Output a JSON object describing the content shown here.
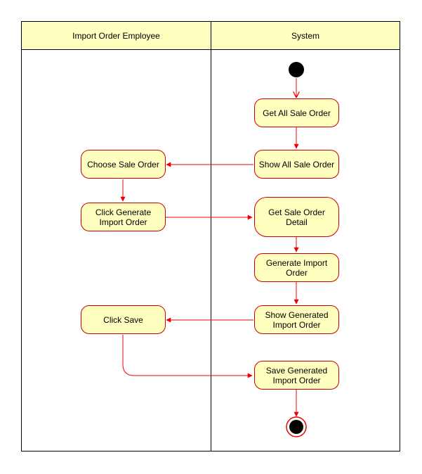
{
  "lanes": {
    "employee": "Import Order Employee",
    "system": "System"
  },
  "nodes": {
    "get_all": "Get All Sale Order",
    "show_all": "Show All Sale Order",
    "choose": "Choose Sale Order",
    "click_generate": "Click Generate\nImport Order",
    "get_detail": "Get Sale Order Detail",
    "generate": "Generate Import\nOrder",
    "show_generated": "Show Generated\nImport Order",
    "click_save": "Click Save",
    "save_generated": "Save Generated\nImport Order"
  },
  "colors": {
    "node_fill": "#ffffc0",
    "node_stroke": "#cc0000",
    "edge": "#ee0000",
    "header_fill": "#ffffc0"
  }
}
